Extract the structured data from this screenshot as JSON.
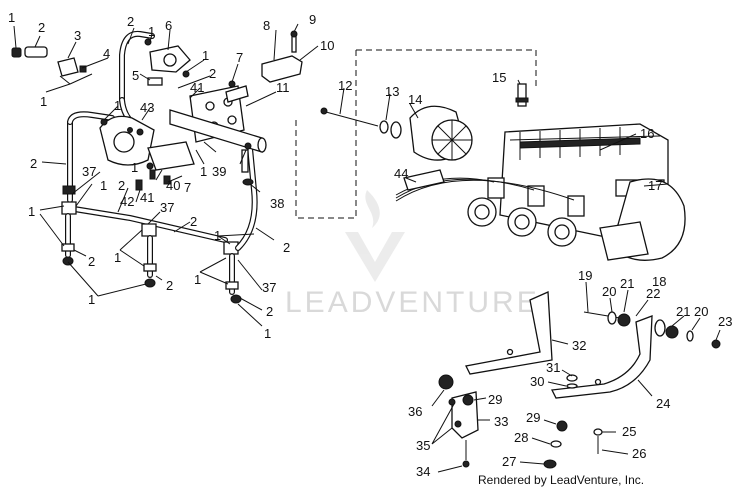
{
  "diagram": {
    "credit": "Rendered by LeadVenture, Inc.",
    "watermark": "LEADVENTURE",
    "callouts": [
      {
        "id": "c1a",
        "text": "1"
      },
      {
        "id": "c2a",
        "text": "2"
      },
      {
        "id": "c3",
        "text": "3"
      },
      {
        "id": "c1b",
        "text": "1"
      },
      {
        "id": "c4",
        "text": "4"
      },
      {
        "id": "c2b",
        "text": "2"
      },
      {
        "id": "c1c",
        "text": "1"
      },
      {
        "id": "c6",
        "text": "6"
      },
      {
        "id": "c5",
        "text": "5"
      },
      {
        "id": "c1d",
        "text": "1"
      },
      {
        "id": "c2c",
        "text": "2"
      },
      {
        "id": "c41a",
        "text": "41"
      },
      {
        "id": "c43",
        "text": "43"
      },
      {
        "id": "c7a",
        "text": "7"
      },
      {
        "id": "c8",
        "text": "8"
      },
      {
        "id": "c9",
        "text": "9"
      },
      {
        "id": "c10",
        "text": "10"
      },
      {
        "id": "c11",
        "text": "11"
      },
      {
        "id": "c1e",
        "text": "1"
      },
      {
        "id": "c2d",
        "text": "2"
      },
      {
        "id": "c1f",
        "text": "1"
      },
      {
        "id": "c37a",
        "text": "37"
      },
      {
        "id": "c40",
        "text": "40"
      },
      {
        "id": "c1g",
        "text": "1"
      },
      {
        "id": "c2e",
        "text": "2"
      },
      {
        "id": "c41b",
        "text": "41"
      },
      {
        "id": "c42",
        "text": "42"
      },
      {
        "id": "c7b",
        "text": "7"
      },
      {
        "id": "c1h",
        "text": "1"
      },
      {
        "id": "c39",
        "text": "39"
      },
      {
        "id": "c38",
        "text": "38"
      },
      {
        "id": "c1i",
        "text": "1"
      },
      {
        "id": "c37b",
        "text": "37"
      },
      {
        "id": "c2f",
        "text": "2"
      },
      {
        "id": "c1j",
        "text": "1"
      },
      {
        "id": "c2g",
        "text": "2"
      },
      {
        "id": "c1k",
        "text": "1"
      },
      {
        "id": "c2h",
        "text": "2"
      },
      {
        "id": "c37c",
        "text": "37"
      },
      {
        "id": "c2i",
        "text": "2"
      },
      {
        "id": "c1l",
        "text": "1"
      },
      {
        "id": "c1m",
        "text": "1"
      },
      {
        "id": "c2j",
        "text": "2"
      },
      {
        "id": "c1n",
        "text": "1"
      },
      {
        "id": "c12",
        "text": "12"
      },
      {
        "id": "c13",
        "text": "13"
      },
      {
        "id": "c14",
        "text": "14"
      },
      {
        "id": "c15",
        "text": "15"
      },
      {
        "id": "c16",
        "text": "16"
      },
      {
        "id": "c44",
        "text": "44"
      },
      {
        "id": "c17",
        "text": "17"
      },
      {
        "id": "c19",
        "text": "19"
      },
      {
        "id": "c18",
        "text": "18"
      },
      {
        "id": "c20a",
        "text": "20"
      },
      {
        "id": "c21a",
        "text": "21"
      },
      {
        "id": "c22",
        "text": "22"
      },
      {
        "id": "c21b",
        "text": "21"
      },
      {
        "id": "c20b",
        "text": "20"
      },
      {
        "id": "c23",
        "text": "23"
      },
      {
        "id": "c32",
        "text": "32"
      },
      {
        "id": "c31",
        "text": "31"
      },
      {
        "id": "c30",
        "text": "30"
      },
      {
        "id": "c24",
        "text": "24"
      },
      {
        "id": "c36",
        "text": "36"
      },
      {
        "id": "c29a",
        "text": "29"
      },
      {
        "id": "c33",
        "text": "33"
      },
      {
        "id": "c29b",
        "text": "29"
      },
      {
        "id": "c25",
        "text": "25"
      },
      {
        "id": "c28",
        "text": "28"
      },
      {
        "id": "c35",
        "text": "35"
      },
      {
        "id": "c26",
        "text": "26"
      },
      {
        "id": "c27",
        "text": "27"
      },
      {
        "id": "c34",
        "text": "34"
      }
    ]
  }
}
